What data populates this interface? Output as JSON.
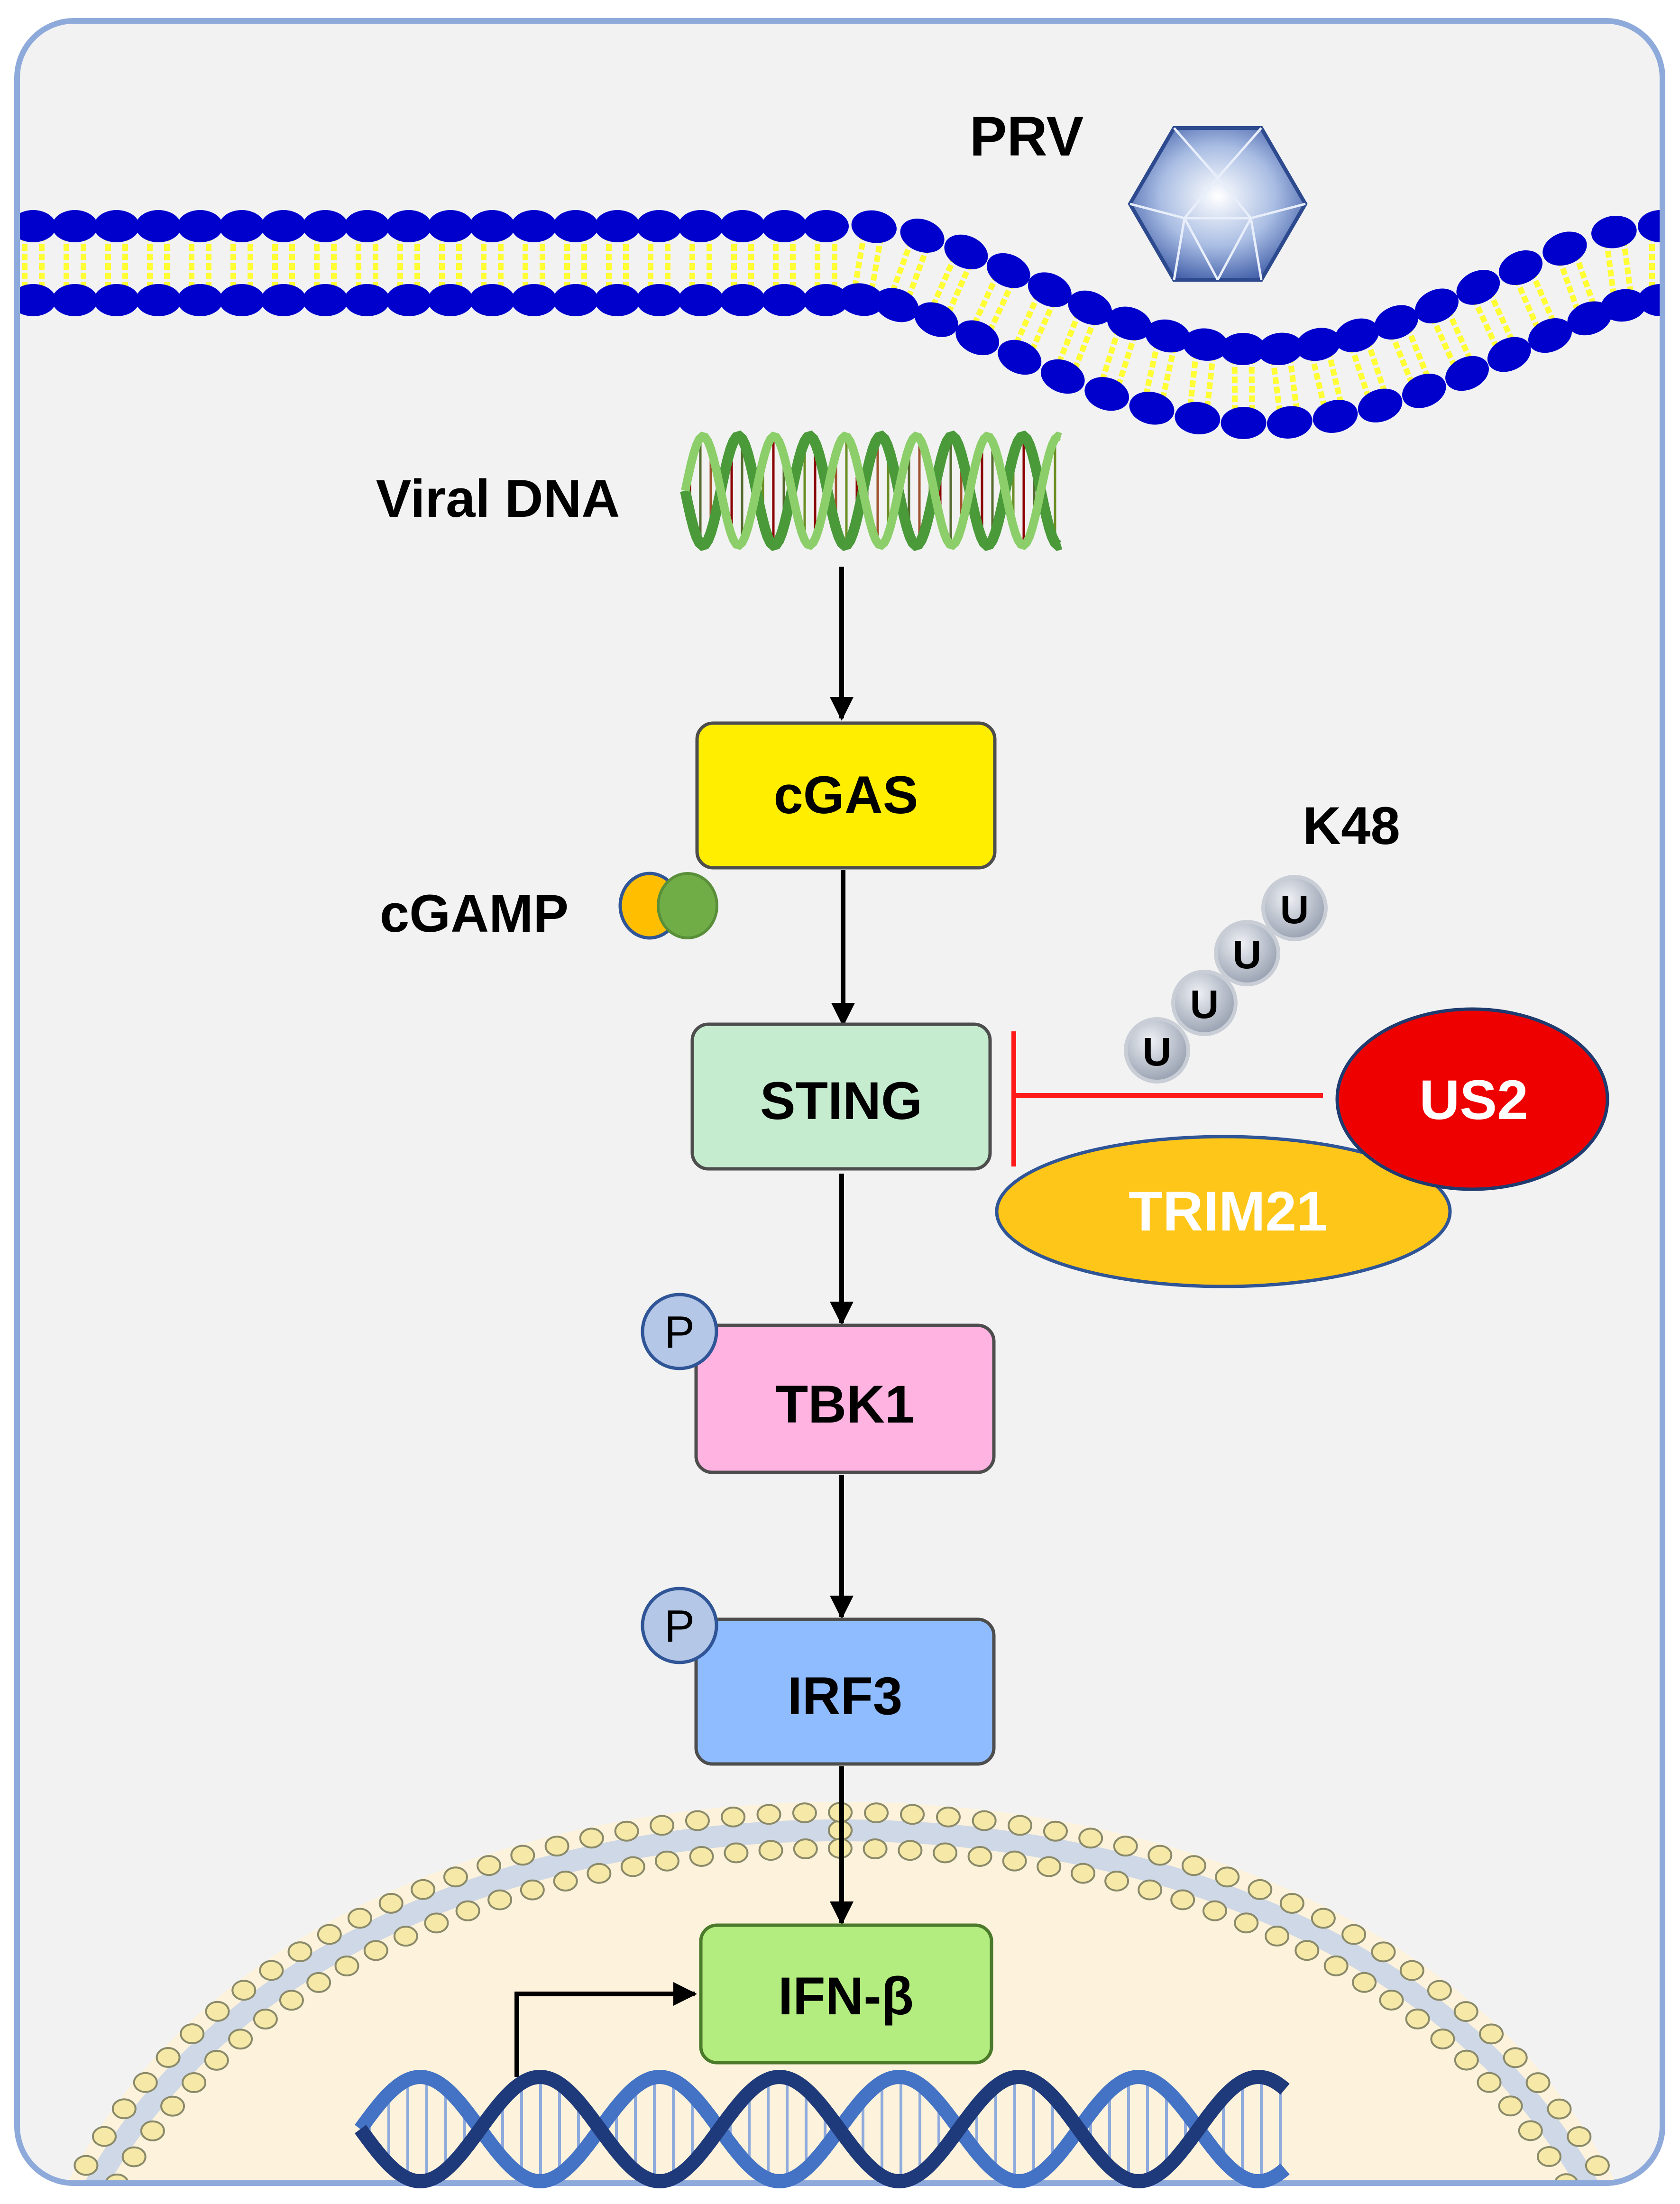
{
  "labels": {
    "prv": "PRV",
    "viral_dna": "Viral DNA",
    "cgamp": "cGAMP",
    "k48": "K48"
  },
  "nodes": {
    "cgas": "cGAS",
    "sting": "STING",
    "tbk1": "TBK1",
    "irf3": "IRF3",
    "ifnb": "IFN-β",
    "us2": "US2",
    "trim21": "TRIM21"
  },
  "phospho": {
    "label": "P"
  },
  "ubiquitin": {
    "label": "U",
    "count": 4
  },
  "colors": {
    "frame": "#8eaadb",
    "cell_bg": "#f2f2f2",
    "membrane_head": "#0000cc",
    "membrane_tail": "#ffff33",
    "nucleus_fill": "#fdf3dc",
    "nuclear_head": "#f6e9a8",
    "cgas": "#ffee00",
    "sting": "#c6eccf",
    "tbk1": "#ffb3e0",
    "irf3": "#8fbcff",
    "ifnb": "#b3ec7f",
    "us2": "#ee0000",
    "trim21": "#ffc61a",
    "inhibition": "#ff1a1a",
    "cgamp_a": "#ffbf00",
    "cgamp_b": "#70ad47",
    "ubiquitin": "#b8c0cc",
    "phospho": "#b4c7e7",
    "dna": "#2f5597"
  }
}
